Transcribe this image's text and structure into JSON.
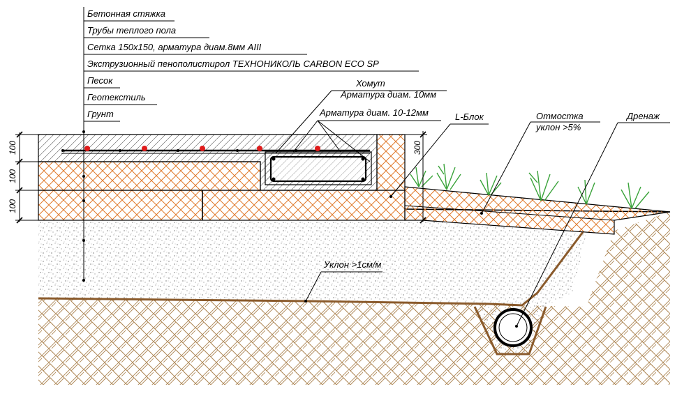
{
  "layers": [
    {
      "label": "Бетонная стяжка"
    },
    {
      "label": "Трубы теплого пола"
    },
    {
      "label": "Сетка 150х150, арматура диам.8мм AIII"
    },
    {
      "label": "Экструзионный пенополистирол ТЕХНОНИКОЛЬ CARBON ECO SP"
    },
    {
      "label": "Песок"
    },
    {
      "label": "Геотекстиль"
    },
    {
      "label": "Грунт"
    }
  ],
  "callouts": {
    "clamp": "Хомут",
    "rebar10": "Арматура диам. 10мм",
    "rebar1012": "Арматура диам. 10-12мм",
    "lblock": "L-Блок",
    "blind_area": "Отмостка",
    "blind_area_slope": "уклон >5%",
    "drainage": "Дренаж",
    "slope": "Уклон >1см/м"
  },
  "dimensions": {
    "layer1": "100",
    "layer2": "100",
    "layer3": "100",
    "lblock_height": "300"
  },
  "colors": {
    "insulation_hatch": "#e07a2c",
    "rebar_dot": "#e01b1b",
    "geotextile": "#8a5a2b",
    "soil_hatch": "#b08a5a",
    "plants": "#3aa33a"
  }
}
